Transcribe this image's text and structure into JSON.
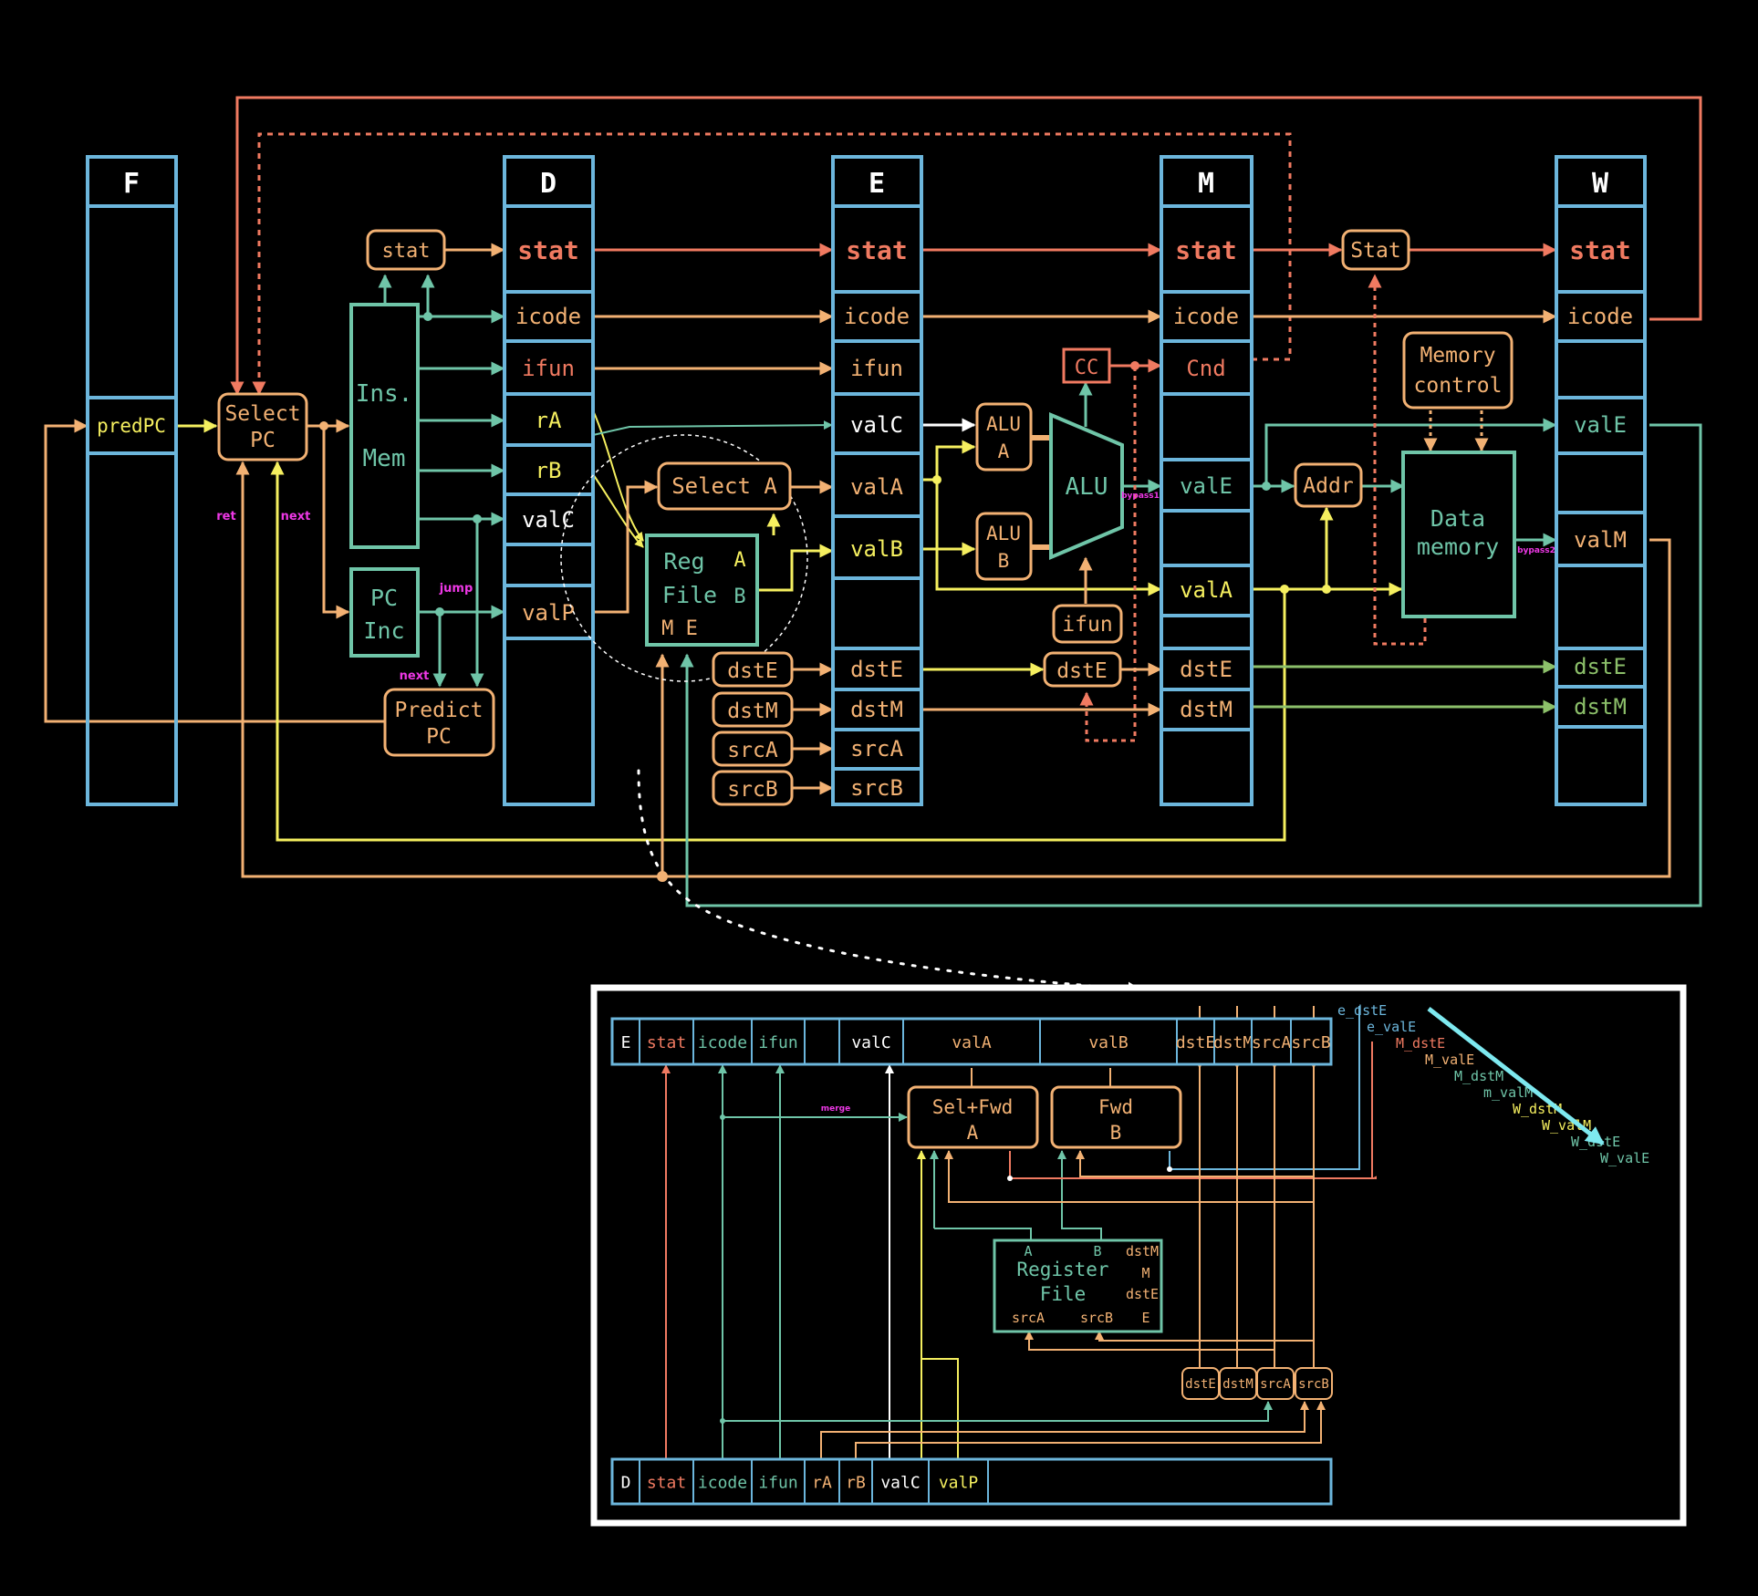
{
  "colors": {
    "background": "#000000",
    "blue": "#6cb6dc",
    "teal": "#6fc5a8",
    "orange": "#f2b173",
    "red": "#f07a61",
    "yellow": "#f5ef5f",
    "white": "#ffffff",
    "pink": "#ee38e6",
    "green": "#8cc06a",
    "cyan": "#7ee9f0"
  },
  "stages": {
    "F": {
      "title": "F",
      "predPC": "predPC"
    },
    "D": {
      "title": "D",
      "stat": "stat",
      "icode": "icode",
      "ifun": "ifun",
      "rA": "rA",
      "rB": "rB",
      "valC": "valC",
      "valP": "valP"
    },
    "E": {
      "title": "E",
      "stat": "stat",
      "icode": "icode",
      "ifun": "ifun",
      "valC": "valC",
      "valA": "valA",
      "valB": "valB",
      "dstE": "dstE",
      "dstM": "dstM",
      "srcA": "srcA",
      "srcB": "srcB"
    },
    "M": {
      "title": "M",
      "stat": "stat",
      "icode": "icode",
      "Cnd": "Cnd",
      "valE": "valE",
      "valA": "valA",
      "dstE": "dstE",
      "dstM": "dstM"
    },
    "W": {
      "title": "W",
      "stat": "stat",
      "icode": "icode",
      "valE": "valE",
      "valM": "valM",
      "dstE": "dstE",
      "dstM": "dstM"
    }
  },
  "blocks": {
    "stat": "stat",
    "select_pc_1": "Select",
    "select_pc_2": "PC",
    "ins_mem_1": "Ins.",
    "ins_mem_2": "Mem",
    "pc_inc_1": "PC",
    "pc_inc_2": "Inc",
    "predict_pc_1": "Predict",
    "predict_pc_2": "PC",
    "select_a": "Select A",
    "reg_file_1": "Reg",
    "reg_file_a": "A",
    "reg_file_2": "File",
    "reg_file_b": "B",
    "reg_file_3": "M E",
    "dstE": "dstE",
    "dstM": "dstM",
    "srcA": "srcA",
    "srcB": "srcB",
    "alu_a_1": "ALU",
    "alu_a_2": "A",
    "alu_b_1": "ALU",
    "alu_b_2": "B",
    "alu": "ALU",
    "cc": "CC",
    "ifun": "ifun",
    "e_dstE": "dstE",
    "addr": "Addr",
    "stat_m": "Stat",
    "mem_ctrl_1": "Memory",
    "mem_ctrl_2": "control",
    "data_mem_1": "Data",
    "data_mem_2": "memory"
  },
  "annotations": {
    "ret": "ret",
    "next1": "next",
    "jump": "jump",
    "next2": "next",
    "bypass1": "bypass1",
    "bypass2": "bypass2"
  },
  "inset": {
    "e_row": [
      "E",
      "stat",
      "icode",
      "ifun",
      "",
      "valC",
      "valA",
      "valB",
      "dstE",
      "dstM",
      "srcA",
      "srcB"
    ],
    "d_row": [
      "D",
      "stat",
      "icode",
      "ifun",
      "rA",
      "rB",
      "valC",
      "valP",
      ""
    ],
    "sel_fwd_1": "Sel+Fwd",
    "sel_fwd_2": "A",
    "fwd_b_1": "Fwd",
    "fwd_b_2": "B",
    "merge": "merge",
    "regfile_a": "A",
    "regfile_b": "B",
    "regfile_dstM": "dstM",
    "regfile_m": "M",
    "regfile_1": "Register",
    "regfile_2": "File",
    "regfile_dstE": "dstE",
    "regfile_srcA": "srcA",
    "regfile_srcB": "srcB",
    "regfile_e": "E",
    "bottom_regs": [
      "dstE",
      "dstM",
      "srcA",
      "srcB"
    ],
    "priority_list": [
      "e_dstE",
      "e_valE",
      "M_dstE",
      "M_valE",
      "M_dstM",
      "m_valM",
      "W_dstM",
      "W_valM",
      "W_dstE",
      "W_valE"
    ]
  }
}
